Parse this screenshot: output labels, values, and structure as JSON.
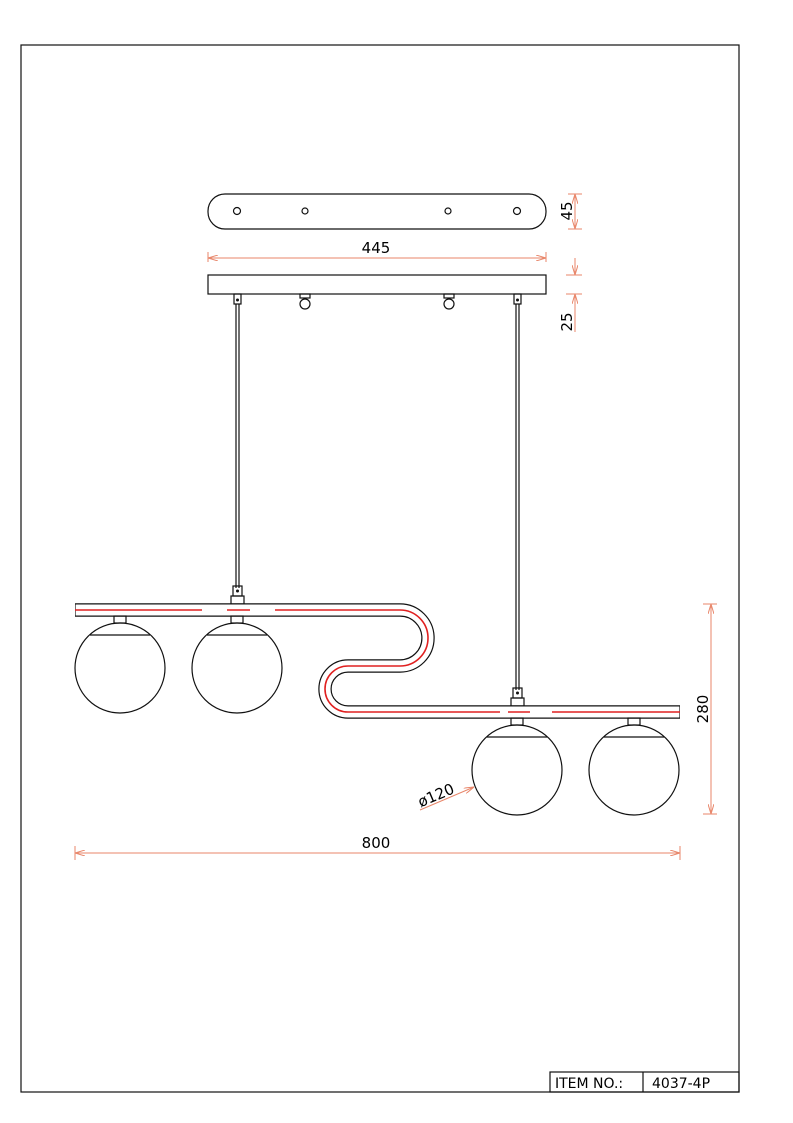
{
  "dimensions": {
    "canopy_depth": "45",
    "canopy_length": "445",
    "canopy_height": "25",
    "overall_height": "280",
    "overall_length": "800",
    "globe_diameter": "ø120"
  },
  "title_block": {
    "item_label": "ITEM NO.:",
    "item_value": "4037-4P"
  },
  "colors": {
    "line": "#111111",
    "dimension": "#e8866a",
    "centerline": "#e02020"
  }
}
